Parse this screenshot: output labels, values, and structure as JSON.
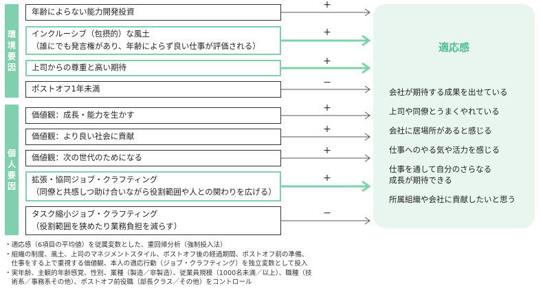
{
  "groups": [
    {
      "label": "環境要因"
    },
    {
      "label": "個人要因"
    }
  ],
  "factors": [
    {
      "lines": [
        "年齢によらない能力開発投資"
      ],
      "sign": "+",
      "highlight": false
    },
    {
      "lines": [
        "インクルーシブ（包摂的）な風土",
        "（誰にでも発言権があり、年齢によらず良い仕事が評価される）"
      ],
      "sign": "+",
      "highlight": true
    },
    {
      "lines": [
        "上司からの尊重と高い期待"
      ],
      "sign": "+",
      "highlight": true
    },
    {
      "lines": [
        "ポストオフ1年未満"
      ],
      "sign": "−",
      "highlight": false
    },
    {
      "lines": [
        "価値観：成長・能力を生かす"
      ],
      "sign": "+",
      "highlight": false
    },
    {
      "lines": [
        "価値観：より良い社会に貢献"
      ],
      "sign": "+",
      "highlight": false
    },
    {
      "lines": [
        "価値観：次の世代のためになる"
      ],
      "sign": "+",
      "highlight": false
    },
    {
      "lines": [
        "拡張・協同ジョブ・クラフティング",
        "（同僚と共感しつ助け合いながら役割範囲や人との関わりを広げる）"
      ],
      "sign": "+",
      "highlight": true
    },
    {
      "lines": [
        "タスク縮小ジョブ・クラフティング",
        "（役割範囲を狭めたり業務負担を減らす）"
      ],
      "sign": "−",
      "highlight": false
    }
  ],
  "outcome": {
    "title": "適応感",
    "items": [
      "会社が期待する成果を出せている",
      "上司や同僚とうまくやれている",
      "会社に居場所があると感じる",
      "仕事へのやる気や活力を感じる",
      "仕事を通して自分のさらなる\n成長が期待できる",
      "所属組織や会社に貢献したいと思う"
    ]
  },
  "notes": [
    "・適応感（6項目の平均値）を従属変数とした、重回帰分析（強制投入法）",
    "・組織の制度、風土、上司のマネジメントスタイル、ポストオフ後の経過期間、ポストオフ前の準備、",
    "　仕事をする上で重視する価値観、本人の適応行動（ジョブ・クラフティング）を独立変数として投入",
    "・実年齢、主観的年齢感覚、性別、業種（製造／非製造）、従業員規模（1000名未満／以上）、職種（技",
    "　術系／事務系その他）、ポストオフ前役職（部長クラス／その他）をコントロール"
  ],
  "colors": {
    "accent": "#7fd1ad",
    "outcome_bg": "#e9f6ef",
    "outcome_title": "#4fbf94"
  }
}
